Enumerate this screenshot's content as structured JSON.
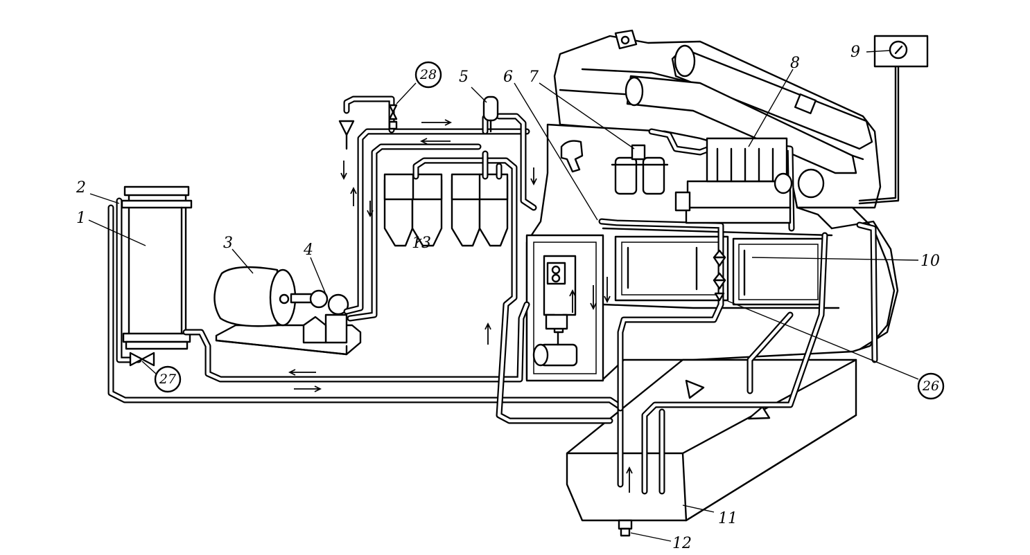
{
  "labels": [
    {
      "id": "1",
      "text": "1"
    },
    {
      "id": "2",
      "text": "2"
    },
    {
      "id": "3",
      "text": "3"
    },
    {
      "id": "4",
      "text": "4"
    },
    {
      "id": "5",
      "text": "5"
    },
    {
      "id": "6",
      "text": "6"
    },
    {
      "id": "7",
      "text": "7"
    },
    {
      "id": "8",
      "text": "8"
    },
    {
      "id": "9",
      "text": "9"
    },
    {
      "id": "10",
      "text": "10"
    },
    {
      "id": "11",
      "text": "11"
    },
    {
      "id": "12",
      "text": "12"
    },
    {
      "id": "13",
      "text": "13"
    },
    {
      "id": "26",
      "text": "26"
    },
    {
      "id": "27",
      "text": "27"
    },
    {
      "id": "28",
      "text": "28"
    }
  ]
}
